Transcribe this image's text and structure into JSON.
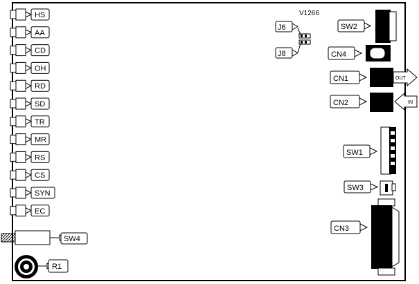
{
  "board": {
    "version_label": "V1266",
    "leds": [
      {
        "label": "HS"
      },
      {
        "label": "AA"
      },
      {
        "label": "CD"
      },
      {
        "label": "OH"
      },
      {
        "label": "RD"
      },
      {
        "label": "SD"
      },
      {
        "label": "TR"
      },
      {
        "label": "MR"
      },
      {
        "label": "RS"
      },
      {
        "label": "CS"
      },
      {
        "label": "SYN"
      },
      {
        "label": "EC"
      }
    ],
    "jumpers": [
      {
        "label": "J6"
      },
      {
        "label": "J8"
      }
    ],
    "switches": {
      "sw1": "SW1",
      "sw2": "SW2",
      "sw3": "SW3",
      "sw4": "SW4"
    },
    "connectors": {
      "cn1": "CN1",
      "cn2": "CN2",
      "cn3": "CN3",
      "cn4": "CN4"
    },
    "arrows": {
      "out": "OUT",
      "in": "IN"
    },
    "pot": {
      "label": "R1"
    }
  }
}
